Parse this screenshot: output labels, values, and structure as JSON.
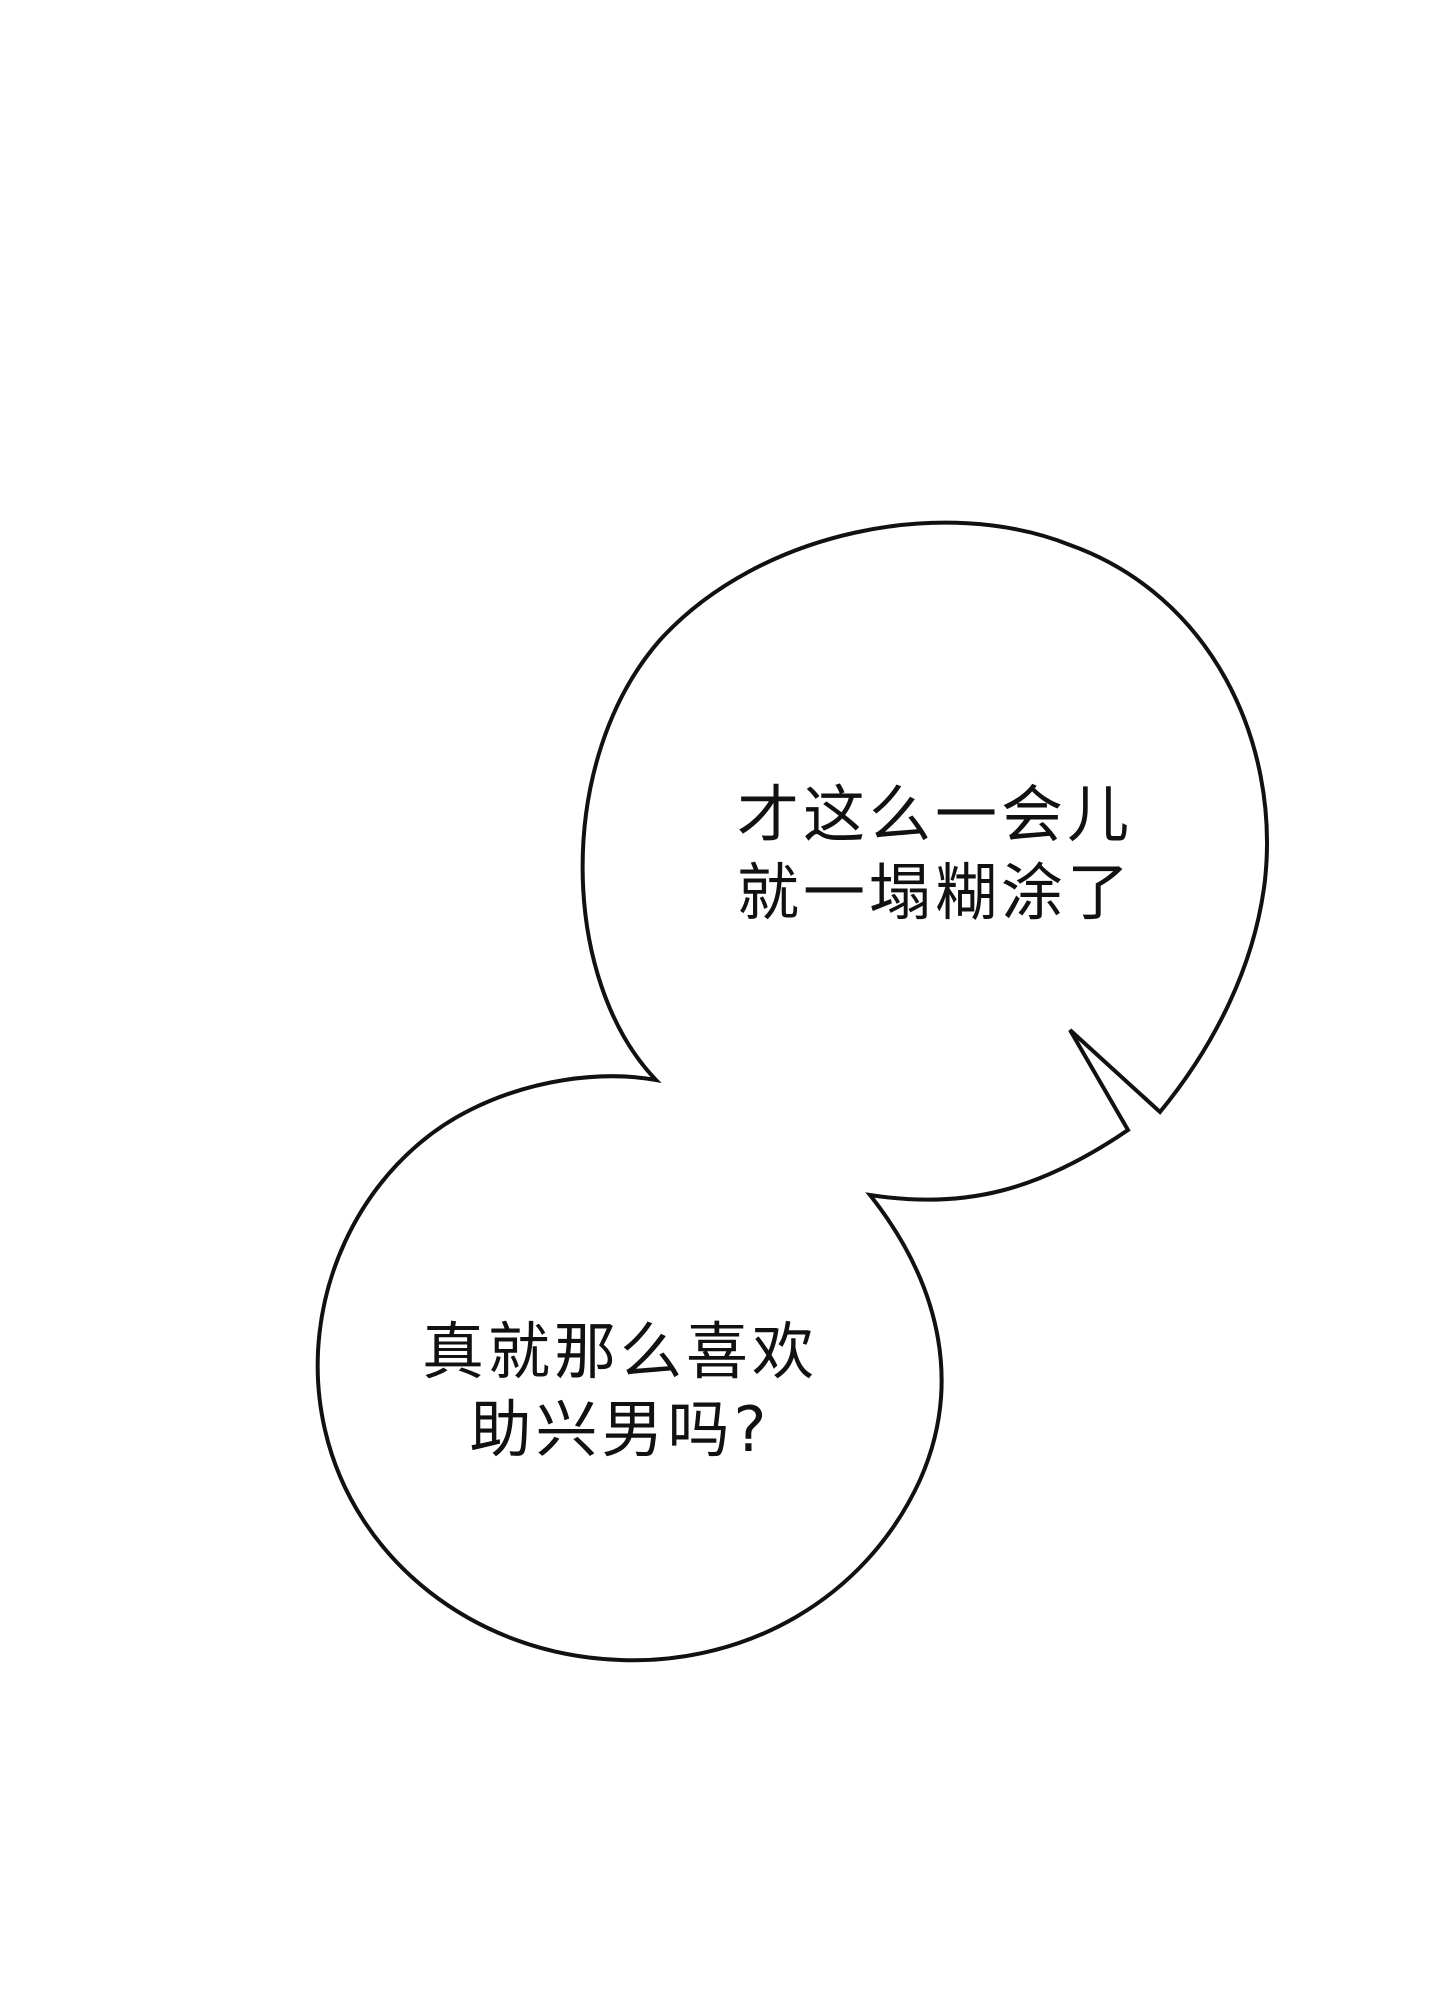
{
  "page": {
    "background": "#ffffff",
    "ink": "#111111"
  },
  "bubbles": {
    "top": {
      "lines": [
        "才这么一会儿",
        "就一塌糊涂了"
      ]
    },
    "bottom": {
      "lines": [
        "真就那么喜欢",
        "助兴男吗?"
      ]
    }
  }
}
